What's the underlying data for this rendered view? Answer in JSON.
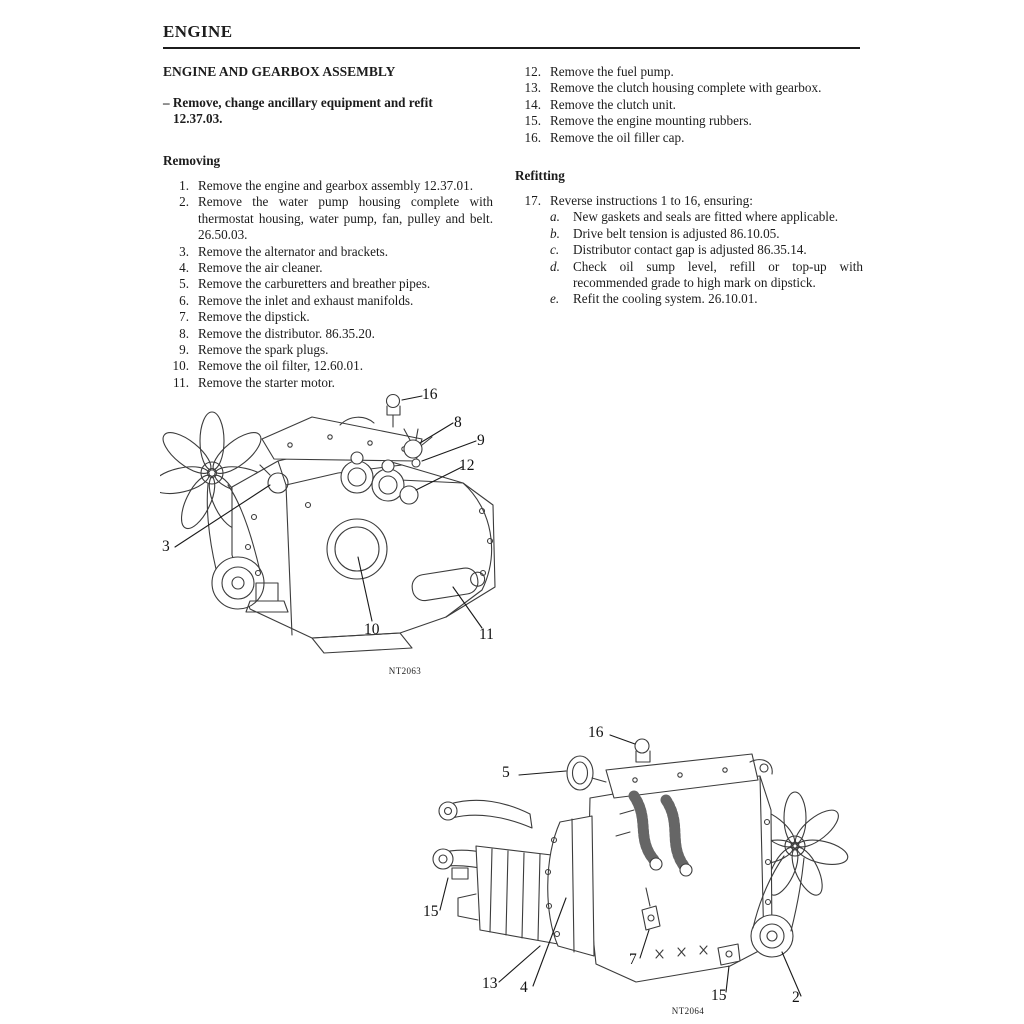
{
  "colors": {
    "ink": "#1c1c1c",
    "line": "#3c3c3c"
  },
  "header": {
    "title": "ENGINE"
  },
  "left": {
    "section_title": "ENGINE AND GEARBOX ASSEMBLY",
    "subtitle": "– Remove, change ancillary equipment and refit",
    "subtitle_ref": "12.37.03.",
    "removing_heading": "Removing",
    "items": [
      {
        "num": "1.",
        "text": "Remove the engine and gearbox assembly 12.37.01."
      },
      {
        "num": "2.",
        "text": "Remove the water pump housing complete with thermostat housing, water pump, fan, pulley and belt. 26.50.03."
      },
      {
        "num": "3.",
        "text": "Remove the alternator and brackets."
      },
      {
        "num": "4.",
        "text": "Remove the air cleaner."
      },
      {
        "num": "5.",
        "text": "Remove the carburetters and breather pipes."
      },
      {
        "num": "6.",
        "text": "Remove the inlet and exhaust manifolds."
      },
      {
        "num": "7.",
        "text": "Remove the dipstick."
      },
      {
        "num": "8.",
        "text": "Remove the distributor. 86.35.20."
      },
      {
        "num": "9.",
        "text": "Remove the spark plugs."
      },
      {
        "num": "10.",
        "text": "Remove the oil filter, 12.60.01."
      },
      {
        "num": "11.",
        "text": "Remove the starter motor."
      }
    ]
  },
  "right": {
    "items": [
      {
        "num": "12.",
        "text": "Remove the fuel pump."
      },
      {
        "num": "13.",
        "text": "Remove the clutch housing complete with gearbox."
      },
      {
        "num": "14.",
        "text": "Remove the clutch unit."
      },
      {
        "num": "15.",
        "text": "Remove the engine mounting rubbers."
      },
      {
        "num": "16.",
        "text": "Remove the oil filler cap."
      }
    ],
    "refitting_heading": "Refitting",
    "item17": {
      "num": "17.",
      "text": "Reverse instructions 1 to 16, ensuring:"
    },
    "subitems": [
      {
        "letter": "a.",
        "text": "New gaskets and seals are fitted where applicable."
      },
      {
        "letter": "b.",
        "text": "Drive belt tension is adjusted 86.10.05."
      },
      {
        "letter": "c.",
        "text": "Distributor contact gap is adjusted 86.35.14."
      },
      {
        "letter": "d.",
        "text": "Check oil sump level, refill or top-up with recommended grade to high mark on dipstick."
      },
      {
        "letter": "e.",
        "text": "Refit the cooling system. 26.10.01."
      }
    ]
  },
  "figure1": {
    "caption": "NT2063",
    "callouts": [
      {
        "label": "16"
      },
      {
        "label": "8"
      },
      {
        "label": "9"
      },
      {
        "label": "12"
      },
      {
        "label": "3"
      },
      {
        "label": "10"
      },
      {
        "label": "11"
      }
    ]
  },
  "figure2": {
    "caption": "NT2064",
    "callouts": [
      {
        "label": "16"
      },
      {
        "label": "5"
      },
      {
        "label": "15"
      },
      {
        "label": "13"
      },
      {
        "label": "4"
      },
      {
        "label": "7"
      },
      {
        "label": "15"
      },
      {
        "label": "2"
      }
    ]
  }
}
